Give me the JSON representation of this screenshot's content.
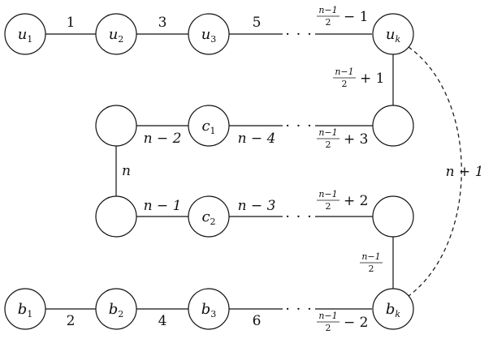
{
  "nodes": {
    "u1": {
      "name": "u",
      "sub": "1"
    },
    "u2": {
      "name": "u",
      "sub": "2"
    },
    "u3": {
      "name": "u",
      "sub": "3"
    },
    "uk": {
      "name": "u",
      "sub": "k"
    },
    "c1": {
      "name": "c",
      "sub": "1"
    },
    "c2": {
      "name": "c",
      "sub": "2"
    },
    "b1": {
      "name": "b",
      "sub": "1"
    },
    "b2": {
      "name": "b",
      "sub": "2"
    },
    "b3": {
      "name": "b",
      "sub": "3"
    },
    "bk": {
      "name": "b",
      "sub": "k"
    }
  },
  "edges": {
    "u1_u2": "1",
    "u2_u3": "3",
    "u3_dots": "5",
    "dots_uk": {
      "num": "n−1",
      "den": "2",
      "suffix": "− 1"
    },
    "uk_r1": {
      "num": "n−1",
      "den": "2",
      "suffix": "+ 1"
    },
    "l1_c1": "n − 2",
    "c1_dots": "n − 4",
    "dots_r1": {
      "num": "n−1",
      "den": "2",
      "suffix": "+ 3"
    },
    "l1_l2": "n",
    "l2_c2": "n − 1",
    "c2_dots": "n − 3",
    "dots_r2": {
      "num": "n−1",
      "den": "2",
      "suffix": "+ 2"
    },
    "r2_bk": {
      "num": "n−1",
      "den": "2",
      "suffix": ""
    },
    "uk_bk_dashed": "n + 1",
    "b1_b2": "2",
    "b2_b3": "4",
    "b3_dots": "6",
    "dots_bk": {
      "num": "n−1",
      "den": "2",
      "suffix": "− 2"
    }
  },
  "ellipsis": "· · ·"
}
